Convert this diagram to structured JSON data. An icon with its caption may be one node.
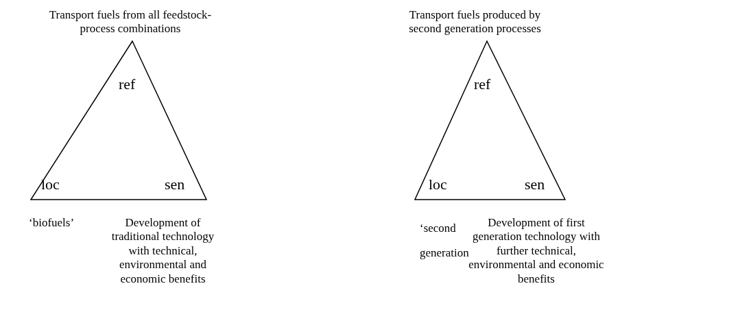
{
  "diagram": {
    "nodes": [
      {
        "text": [
          "ref",
          "loc",
          "sen"
        ],
        "beside": [
          "Transport fuels from all feedstock-process combinations",
          "‘biofuels’",
          "Development of traditional technology with technical, environmental and economic benefits"
        ]
      },
      {
        "text": [
          "ref",
          "loc",
          "sen"
        ],
        "beside": [
          "Transport fuels produced by second generation processes",
          "‘second generation",
          "Development of first generation technology with further technical, environmental and economic benefits"
        ]
      }
    ]
  }
}
